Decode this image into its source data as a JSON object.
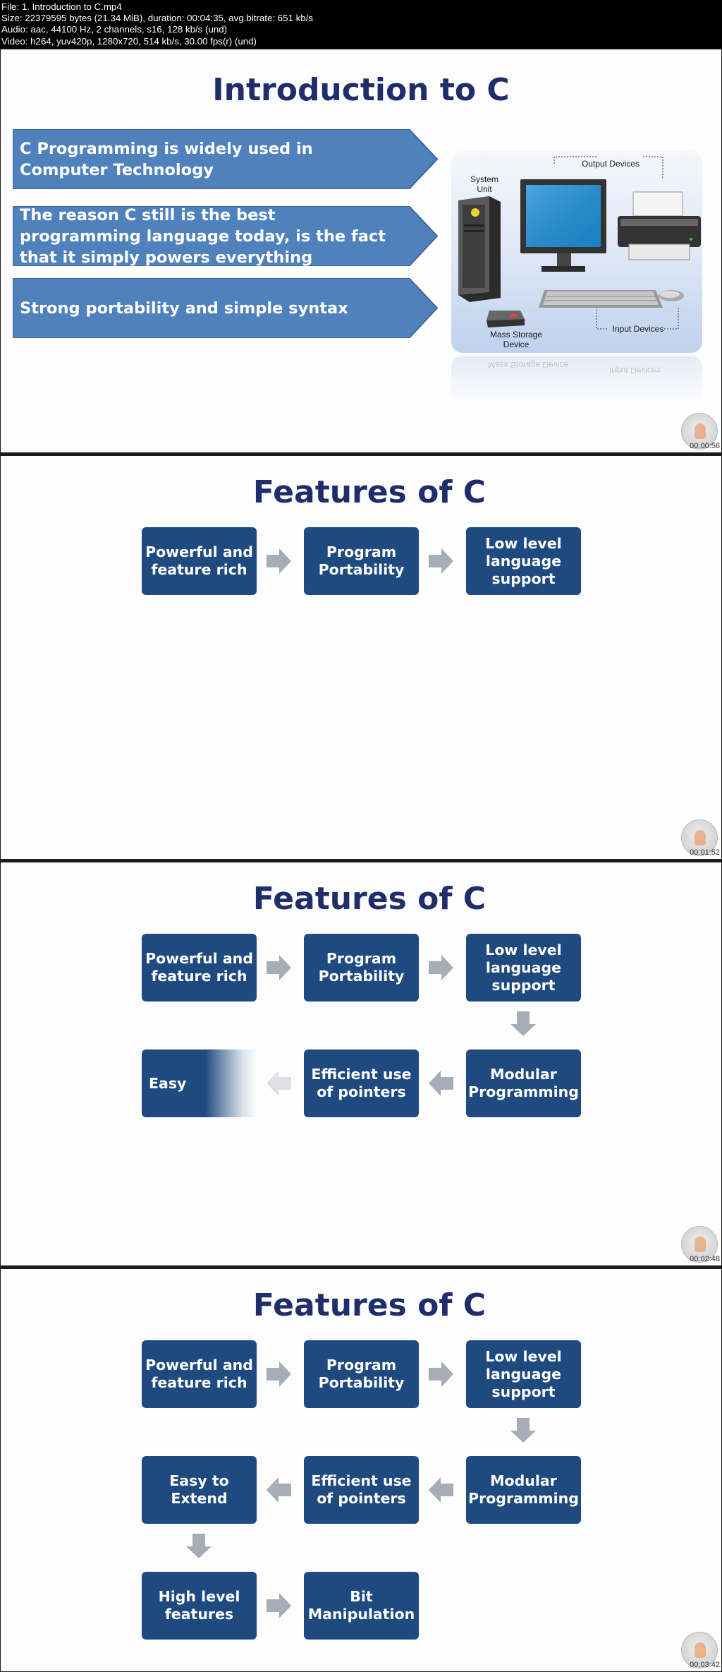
{
  "meta": {
    "lines": [
      "File: 1. Introduction to C.mp4",
      "Size: 22379595 bytes (21.34 MiB), duration: 00:04:35, avg.bitrate: 651 kb/s",
      "Audio: aac, 44100 Hz, 2 channels, s16, 128 kb/s (und)",
      "Video: h264, yuv420p, 1280x720, 514 kb/s, 30.00 fps(r) (und)"
    ]
  },
  "frames": [
    {
      "title": "Introduction to C",
      "timestamp": "00:00:56",
      "points": [
        "C Programming is widely used in Computer Technology",
        "The reason C still is the best programming language today, is the fact that it simply powers everything",
        "Strong portability and simple syntax"
      ],
      "illustration": {
        "system_unit": "System Unit",
        "output_devices": "Output Devices",
        "mass_storage": "Mass Storage Device",
        "input_devices": "Input Devices"
      }
    },
    {
      "title": "Features of C",
      "timestamp": "00:01:52",
      "boxes": [
        "Powerful and feature rich",
        "Program Portability",
        "Low level language support"
      ]
    },
    {
      "title": "Features of C",
      "timestamp": "00:02:48",
      "boxes": [
        "Powerful and feature rich",
        "Program Portability",
        "Low level language support",
        "Modular Programming",
        "Efficient use of pointers",
        "Easy"
      ]
    },
    {
      "title": "Features of C",
      "timestamp": "00:03:42",
      "boxes": [
        "Powerful and feature rich",
        "Program Portability",
        "Low level language support",
        "Modular Programming",
        "Efficient use of pointers",
        "Easy to Extend",
        "High level features",
        "Bit Manipulation"
      ]
    }
  ],
  "colors": {
    "title": "#1f2e6b",
    "box": "#1f4a7f",
    "chevron": "#4f81bd",
    "arrow": "#a6adb8"
  },
  "icons": [
    "right-arrow-icon",
    "down-arrow-icon",
    "left-arrow-icon",
    "watermark-logo-icon"
  ]
}
